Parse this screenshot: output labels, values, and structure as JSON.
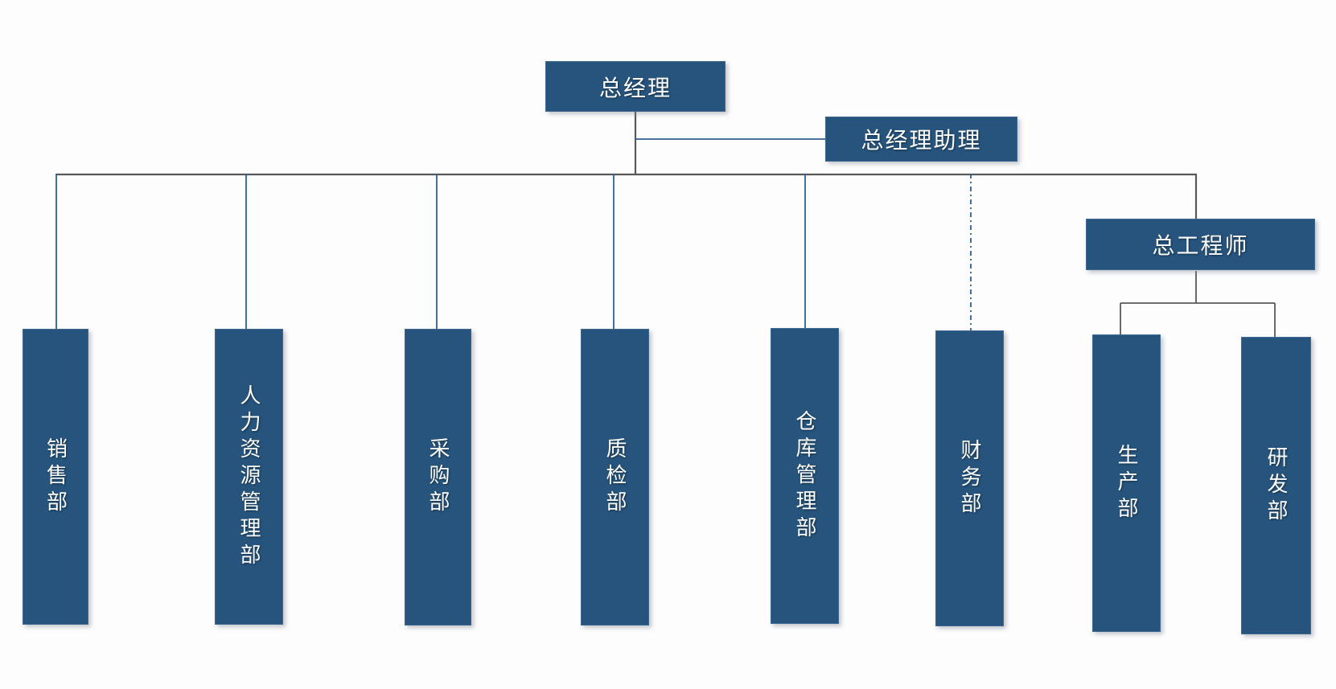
{
  "org": {
    "general_manager": {
      "label": "总经理"
    },
    "assistant": {
      "label": "总经理助理",
      "connector_style": "solid"
    },
    "departments": [
      {
        "label": "销售部",
        "connector_style": "solid"
      },
      {
        "label": "人力资源管理部",
        "connector_style": "solid"
      },
      {
        "label": "采购部",
        "connector_style": "solid"
      },
      {
        "label": "质检部",
        "connector_style": "solid"
      },
      {
        "label": "仓库管理部",
        "connector_style": "solid"
      },
      {
        "label": "财务部",
        "connector_style": "dashed"
      }
    ],
    "chief_engineer": {
      "label": "总工程师",
      "connector_style": "solid",
      "children": [
        {
          "label": "生产部",
          "connector_style": "solid"
        },
        {
          "label": "研发部",
          "connector_style": "solid"
        }
      ]
    },
    "colors": {
      "node_fill": "#26547D",
      "node_border": "#3E688F",
      "line_blue": "#2F6090",
      "line_gray": "#595959",
      "text_color": "#FFFFFF"
    }
  }
}
